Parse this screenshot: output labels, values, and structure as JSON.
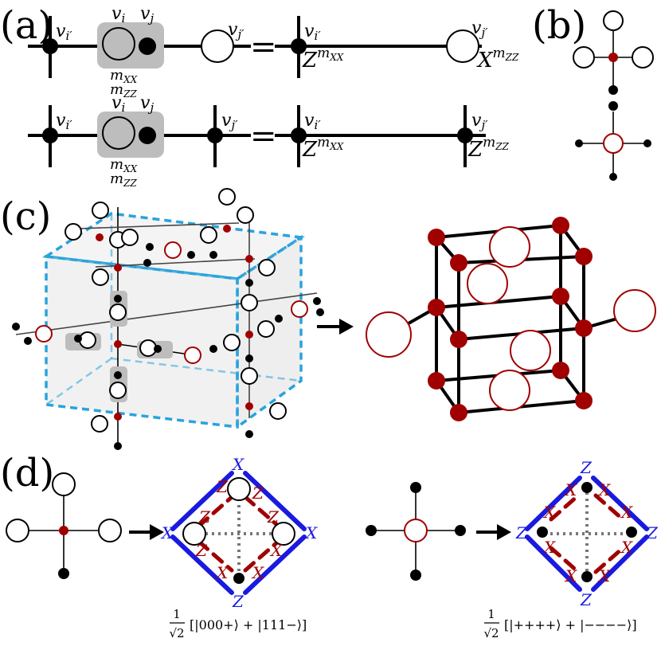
{
  "panels": {
    "a": "(a)",
    "b": "(b)",
    "c": "(c)",
    "d": "(d)"
  },
  "panel_a": {
    "row1": {
      "v_i_prime": "v",
      "v_i_prime_sub": "i′",
      "v_i": "v",
      "v_i_sub": "i",
      "v_j": "v",
      "v_j_sub": "j",
      "v_j_prime": "v",
      "v_j_prime_sub": "j′",
      "m_xx": "m",
      "m_xx_sub": "XX",
      "m_zz": "m",
      "m_zz_sub": "ZZ",
      "equals": "=",
      "rhs_v_i_prime_sub": "i′",
      "rhs_v_j_prime_sub": "j′",
      "z_op": "Z",
      "z_exp": "m",
      "z_exp_sub": "XX",
      "x_op": "X",
      "x_exp": "m",
      "x_exp_sub": "ZZ"
    },
    "row2": {
      "v_i_prime_sub": "i′",
      "v_i_sub": "i",
      "v_j_sub": "j",
      "v_j_prime_sub": "j′",
      "m_xx_sub": "XX",
      "m_zz_sub": "ZZ",
      "equals": "=",
      "z_op": "Z",
      "z_exp_sub": "XX",
      "z2_op": "Z",
      "z2_exp_sub": "ZZ"
    }
  },
  "panel_d": {
    "left_state": "[|000+⟩ + |111−⟩]",
    "right_state": "[|++++⟩ + |−−−−⟩]",
    "frac_num": "1",
    "frac_den": "√2",
    "left_labels": {
      "blue_top": "X",
      "blue_left": "X",
      "blue_right": "X",
      "blue_bottom": "Z",
      "red_tl": "Z",
      "red_tr": "Z",
      "red_bl": "Z",
      "red_br_top": "X",
      "red_br": "X",
      "red_bl2": "X"
    },
    "right_labels": {
      "blue_top": "Z",
      "blue_left": "Z",
      "blue_right": "Z",
      "blue_bottom": "Z",
      "red_tl": "X",
      "red_tr": "X",
      "red_bl": "X",
      "red_br": "X",
      "red_tl2": "X",
      "red_tr2": "X",
      "red_bl2": "X",
      "red_br2": "X"
    }
  },
  "colors": {
    "red": "#a00000",
    "blue": "#1a1adf",
    "cube_blue": "#29a3dd",
    "grey": "#bdbdbd"
  }
}
